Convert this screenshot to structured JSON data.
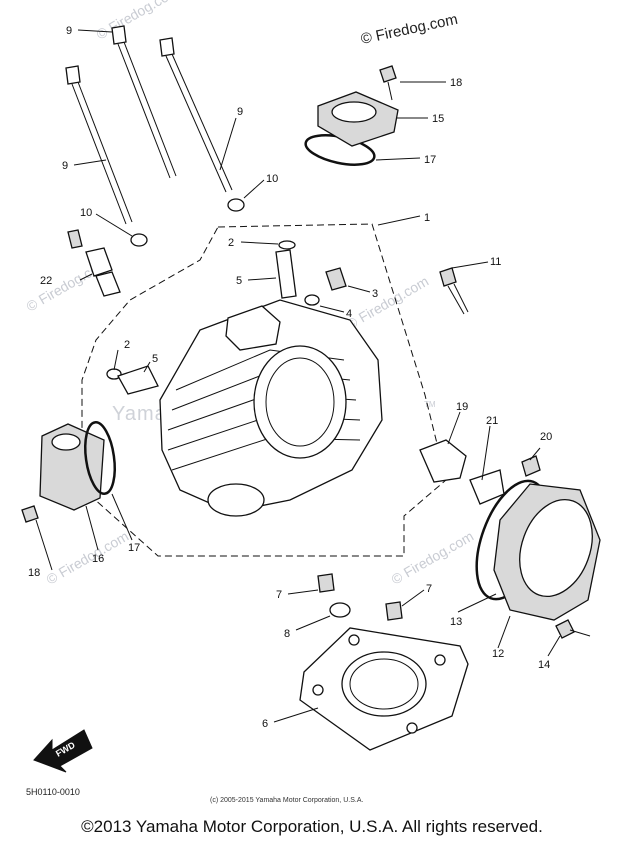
{
  "brand_watermark": "© Firedog.com",
  "tiled_watermark": "© Firedog.com",
  "center_watermark": "Yamaha Motor Corp, U.S.A.",
  "tm_mark": "TM",
  "diagram_code": "5H0110-0010",
  "fwd_label": "FWD",
  "small_copyright": "(c) 2005-2015 Yamaha Motor Corporation, U.S.A.",
  "footer_copyright": "©2013 Yamaha Motor Corporation, U.S.A. All rights reserved.",
  "callouts": [
    {
      "id": "c1",
      "text": "1"
    },
    {
      "id": "c2a",
      "text": "2"
    },
    {
      "id": "c2b",
      "text": "2"
    },
    {
      "id": "c3",
      "text": "3"
    },
    {
      "id": "c4",
      "text": "4"
    },
    {
      "id": "c5a",
      "text": "5"
    },
    {
      "id": "c5b",
      "text": "5"
    },
    {
      "id": "c6",
      "text": "6"
    },
    {
      "id": "c7a",
      "text": "7"
    },
    {
      "id": "c7b",
      "text": "7"
    },
    {
      "id": "c8",
      "text": "8"
    },
    {
      "id": "c9a",
      "text": "9"
    },
    {
      "id": "c9b",
      "text": "9"
    },
    {
      "id": "c9c",
      "text": "9"
    },
    {
      "id": "c10a",
      "text": "10"
    },
    {
      "id": "c10b",
      "text": "10"
    },
    {
      "id": "c11",
      "text": "11"
    },
    {
      "id": "c12",
      "text": "12"
    },
    {
      "id": "c13",
      "text": "13"
    },
    {
      "id": "c14",
      "text": "14"
    },
    {
      "id": "c15",
      "text": "15"
    },
    {
      "id": "c16",
      "text": "16"
    },
    {
      "id": "c17a",
      "text": "17"
    },
    {
      "id": "c17b",
      "text": "17"
    },
    {
      "id": "c18a",
      "text": "18"
    },
    {
      "id": "c18b",
      "text": "18"
    },
    {
      "id": "c19",
      "text": "19"
    },
    {
      "id": "c20",
      "text": "20"
    },
    {
      "id": "c21",
      "text": "21"
    },
    {
      "id": "c22",
      "text": "22"
    }
  ]
}
